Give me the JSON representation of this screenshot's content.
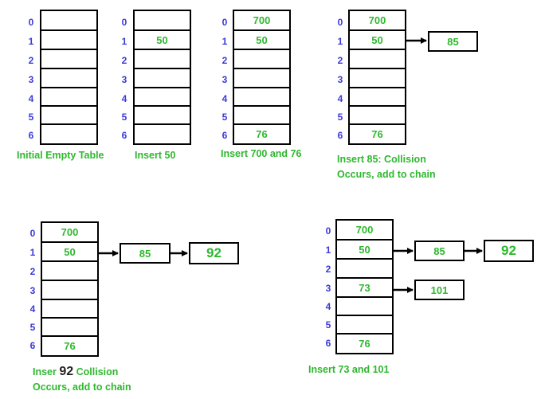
{
  "indices": [
    "0",
    "1",
    "2",
    "3",
    "4",
    "5",
    "6"
  ],
  "tables": [
    {
      "name": "initial-empty-table",
      "cells": [
        "",
        "",
        "",
        "",
        "",
        "",
        ""
      ],
      "caption": [
        "Initial Empty Table"
      ]
    },
    {
      "name": "insert-50-table",
      "cells": [
        "",
        "50",
        "",
        "",
        "",
        "",
        ""
      ],
      "caption": [
        "Insert 50"
      ]
    },
    {
      "name": "insert-700-76-table",
      "cells": [
        "700",
        "50",
        "",
        "",
        "",
        "",
        "76"
      ],
      "caption": [
        "Insert 700 and 76"
      ]
    },
    {
      "name": "insert-85-table",
      "cells": [
        "700",
        "50",
        "",
        "",
        "",
        "",
        "76"
      ],
      "caption": [
        "Insert 85: Collision",
        "Occurs, add to chain"
      ],
      "chains": [
        {
          "row": 1,
          "nodes": [
            "85"
          ]
        }
      ]
    },
    {
      "name": "insert-92-table",
      "cells": [
        "700",
        "50",
        "",
        "",
        "",
        "",
        "76"
      ],
      "caption_prefix": "Inser ",
      "caption_big": "92",
      "caption_suffix": " Collision",
      "caption_line2": "Occurs, add to chain",
      "chains": [
        {
          "row": 1,
          "nodes": [
            "85",
            "92"
          ]
        }
      ]
    },
    {
      "name": "insert-73-101-table",
      "cells": [
        "700",
        "50",
        "",
        "73",
        "",
        "",
        "76"
      ],
      "caption": [
        "Insert 73 and 101"
      ],
      "chains": [
        {
          "row": 1,
          "nodes": [
            "85",
            "92"
          ]
        },
        {
          "row": 3,
          "nodes": [
            "101"
          ]
        }
      ]
    }
  ]
}
